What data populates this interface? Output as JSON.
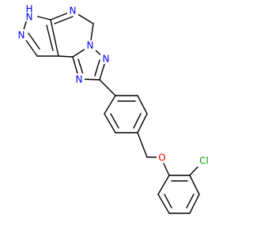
{
  "colors": {
    "background": "#ffffff",
    "bond": "#000000",
    "nitrogen": "#0000ff",
    "oxygen": "#ff0000",
    "chlorine": "#00a000"
  },
  "labels": {
    "nh": "H",
    "nh_n": "N",
    "n_pz2": "N",
    "n_pym3": "N",
    "n_tz1": "N",
    "n_tz2": "N",
    "n_tz4": "N",
    "o": "O",
    "cl": "Cl"
  }
}
